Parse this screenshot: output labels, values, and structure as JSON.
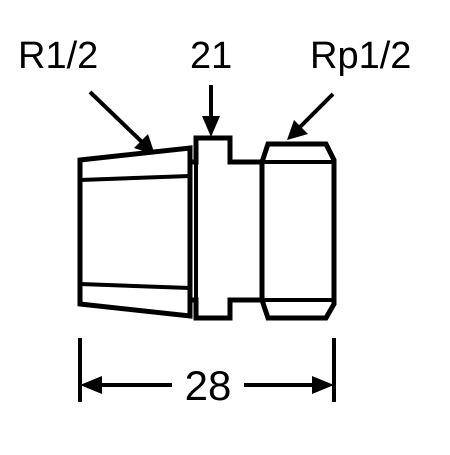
{
  "labels": {
    "left_thread": "R1/2",
    "hex_size": "21",
    "right_thread": "Rp1/2"
  },
  "dimension": {
    "overall_length": "28"
  }
}
